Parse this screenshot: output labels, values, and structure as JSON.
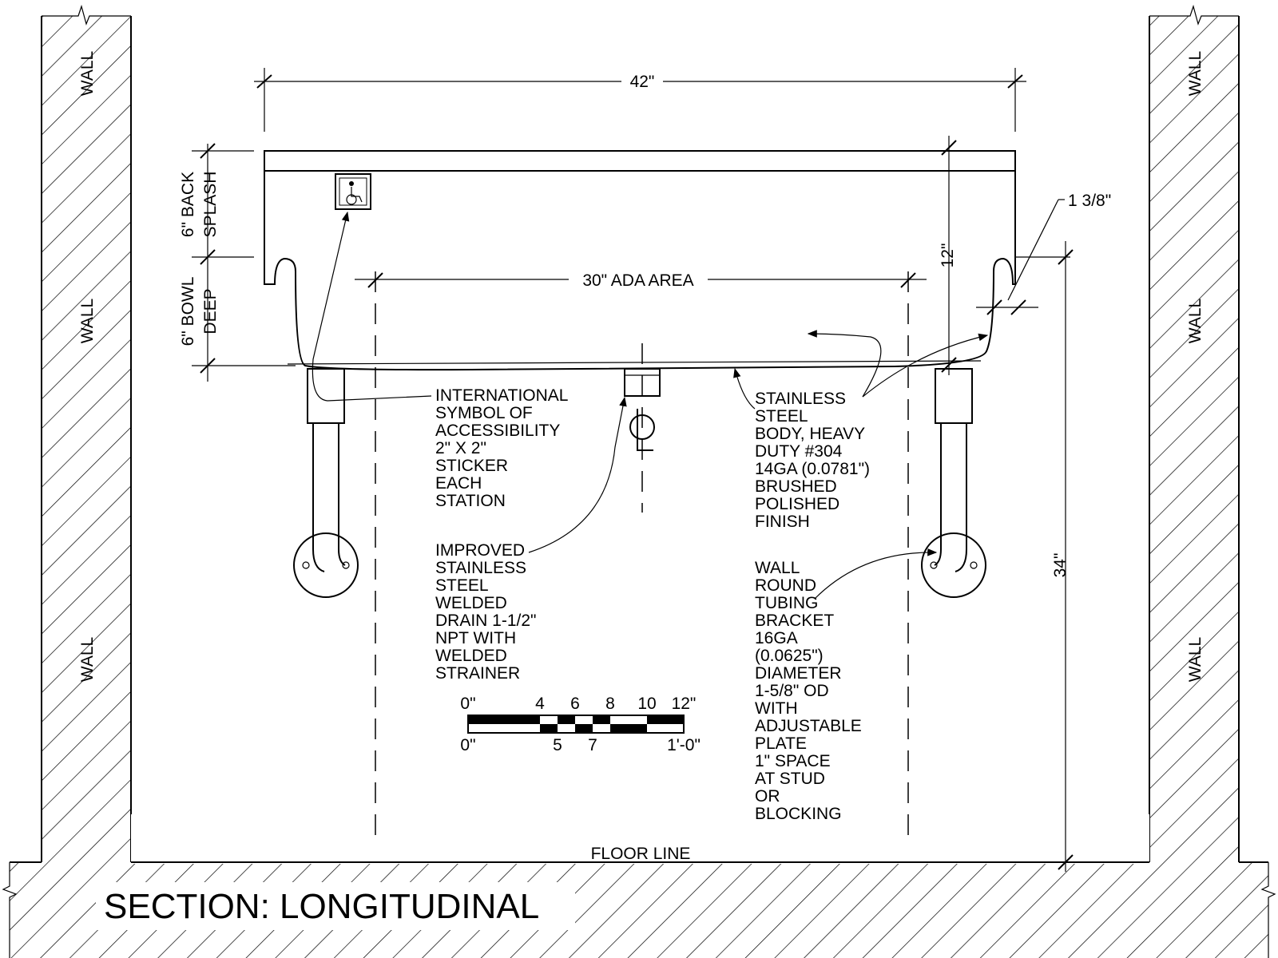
{
  "drawing": {
    "title": "SECTION: LONGITUDINAL",
    "wall_label": "WALL",
    "floor_label": "FLOOR LINE",
    "dimensions": {
      "overall_width": "42\"",
      "ada_area": "30\" ADA AREA",
      "back_splash": [
        "6\" BACK",
        "SPLASH"
      ],
      "bowl_deep": [
        "6\" BOWL",
        "DEEP"
      ],
      "depth_12": "12\"",
      "rim": "1 3/8\"",
      "height_34": "34\""
    },
    "notes": {
      "accessibility": [
        "INTERNATIONAL",
        "SYMBOL OF",
        "ACCESSIBILITY",
        "2\" X 2\"",
        "STICKER",
        "EACH",
        "STATION"
      ],
      "drain": [
        "IMPROVED",
        "STAINLESS",
        "STEEL",
        "WELDED",
        "DRAIN 1-1/2\"",
        "NPT WITH",
        "WELDED",
        "STRAINER"
      ],
      "body": [
        "STAINLESS",
        "STEEL",
        "BODY, HEAVY",
        "DUTY #304",
        "14GA (0.0781\")",
        "BRUSHED",
        "POLISHED",
        "FINISH"
      ],
      "bracket": [
        "WALL",
        "ROUND",
        "TUBING",
        "BRACKET",
        "16GA",
        "(0.0625\")",
        "DIAMETER",
        "1-5/8\" OD",
        "WITH",
        "ADJUSTABLE",
        "PLATE",
        "1\" SPACE",
        "AT STUD",
        "OR",
        "BLOCKING"
      ]
    },
    "scale": {
      "top_labels": [
        "0\"",
        "4",
        "6",
        "8",
        "10",
        "12\""
      ],
      "bottom_labels": [
        "0\"",
        "5",
        "7",
        "1'-0\""
      ]
    },
    "centerline_symbol": "CL"
  }
}
